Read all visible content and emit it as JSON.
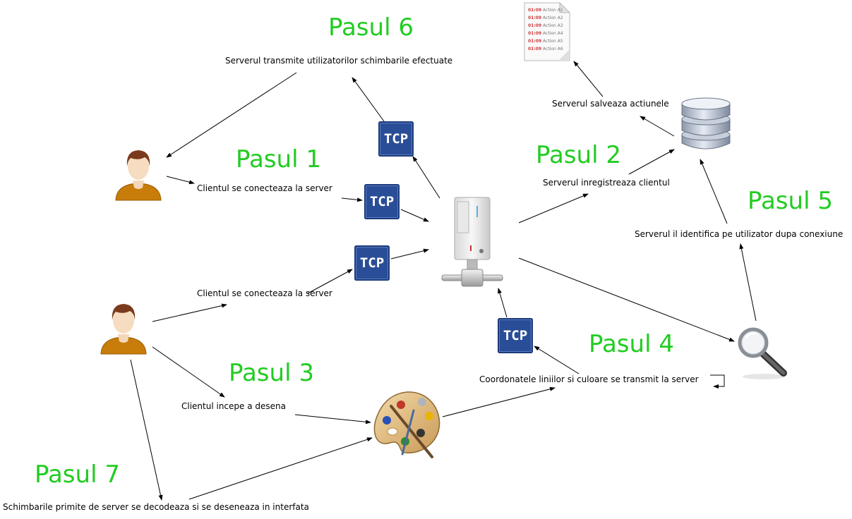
{
  "steps": {
    "pasul1": "Pasul 1",
    "pasul2": "Pasul 2",
    "pasul3": "Pasul 3",
    "pasul4": "Pasul 4",
    "pasul5": "Pasul 5",
    "pasul6": "Pasul 6",
    "pasul7": "Pasul 7"
  },
  "labels": {
    "transmite": "Serverul transmite utilizatorilor schimbarile efectuate",
    "salveaza": "Serverul salveaza actiunele",
    "inregistreaza": "Serverul inregistreaza clientul",
    "identifica": "Serverul il identifica pe utilizator dupa conexiune",
    "conecteaza1": "Clientul se conecteaza la server",
    "conecteaza2": "Clientul se conecteaza la server",
    "deseneaza": "Clientul incepe a desena",
    "coordonate": "Coordonatele liniilor si culoare se transmit la server",
    "decodeaza": "Schimbarile primite de server se decodeaza si se deseneaza in interfata"
  },
  "tcp_label": "TCP",
  "log": {
    "time": "01:09",
    "actions": [
      "Action A1",
      "Action A2",
      "Action A3",
      "Action A4",
      "Action A5",
      "Action A6"
    ]
  },
  "colors": {
    "step_green": "#22cc22",
    "tcp_blue": "#2a4d97",
    "user_shirt": "#c87c0a",
    "user_hair": "#7a3b1c"
  },
  "icons": [
    "user-icon",
    "server-icon",
    "database-icon",
    "log-document-icon",
    "tcp-icon",
    "palette-icon",
    "magnifier-icon"
  ]
}
